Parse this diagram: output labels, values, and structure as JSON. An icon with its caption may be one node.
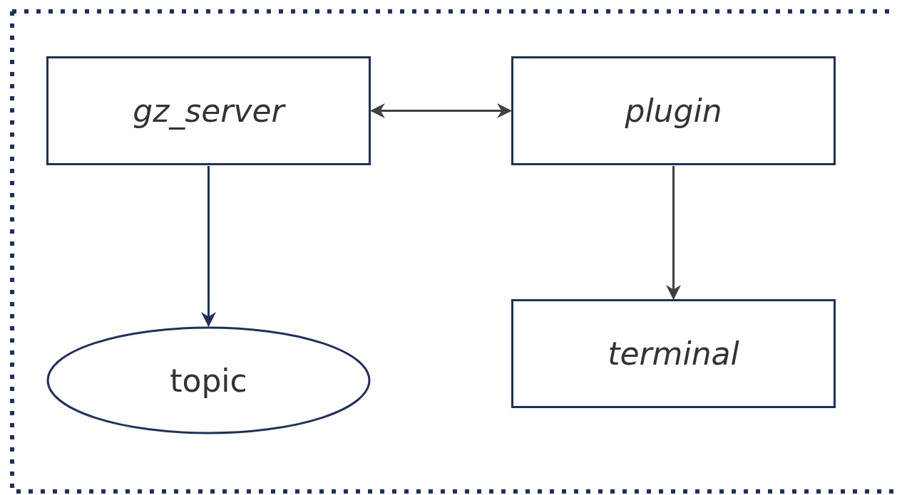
{
  "diagram": {
    "nodes": [
      {
        "text": [
          "gz_server"
        ]
      },
      {
        "text": [
          "plugin"
        ]
      },
      {
        "text": [
          "topic"
        ]
      },
      {
        "text": [
          "terminal"
        ]
      }
    ],
    "edges": [
      {
        "from": 0,
        "to": 1,
        "arrow": "both"
      },
      {
        "from": 0,
        "to": 2,
        "arrow": "to",
        "color": "#1c3160"
      },
      {
        "from": 1,
        "to": 3,
        "arrow": "to"
      }
    ]
  }
}
